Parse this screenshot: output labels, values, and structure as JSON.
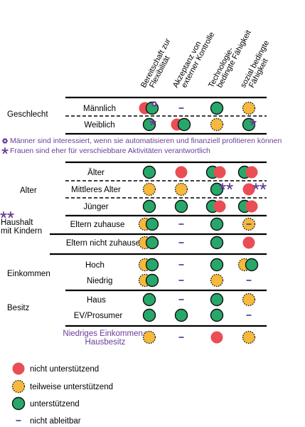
{
  "columns": [
    [
      "Bereitschaft zur",
      "Flexibilität"
    ],
    [
      "Akzeptanz von",
      "externer Kontrolle"
    ],
    [
      "Technologie-",
      "bedingte Fähigkeit"
    ],
    [
      "sozial bedingte",
      "Fähigkeit"
    ]
  ],
  "groups": [
    {
      "label": [
        "Geschlecht"
      ],
      "label_color": "#000000"
    },
    {
      "label": [
        "Alter"
      ],
      "label_color": "#000000"
    },
    {
      "label": [
        "Haushalt",
        "mit Kindern"
      ],
      "label_color": "#000000"
    },
    {
      "label": [
        "Einkommen"
      ],
      "label_color": "#000000"
    },
    {
      "label": [
        "Besitz"
      ],
      "label_color": "#000000"
    }
  ],
  "rows": [
    {
      "label": "Männlich",
      "cells": [
        [
          "red",
          "green"
        ],
        [
          "dash"
        ],
        [
          "green"
        ],
        [
          "yellow"
        ]
      ]
    },
    {
      "label": "Weiblich",
      "cells": [
        [
          "green"
        ],
        [
          "red",
          "green"
        ],
        [
          "yellow"
        ],
        [
          "green"
        ]
      ]
    },
    {
      "label": "Älter",
      "cells": [
        [
          "green"
        ],
        [
          "red"
        ],
        [
          "green",
          "red"
        ],
        [
          "green",
          "red"
        ]
      ]
    },
    {
      "label": "Mittleres Alter",
      "cells": [
        [
          "yellow"
        ],
        [
          "yellow"
        ],
        [
          "green"
        ],
        [
          "red"
        ]
      ]
    },
    {
      "label": "Jünger",
      "cells": [
        [
          "green"
        ],
        [
          "green"
        ],
        [
          "green",
          "red"
        ],
        [
          "green",
          "red"
        ]
      ]
    },
    {
      "label": "Eltern zuhause",
      "cells": [
        [
          "yellow",
          "green"
        ],
        [
          "dash"
        ],
        [
          "green"
        ],
        [
          "yellow-dash"
        ]
      ]
    },
    {
      "label": "Eltern nicht zuhause",
      "cells": [
        [
          "yellow",
          "green"
        ],
        [
          "dash"
        ],
        [
          "green"
        ],
        [
          "red"
        ]
      ]
    },
    {
      "label": "Hoch",
      "cells": [
        [
          "yellow",
          "green"
        ],
        [
          "dash"
        ],
        [
          "green"
        ],
        [
          "yellow",
          "green"
        ]
      ]
    },
    {
      "label": "Niedrig",
      "cells": [
        [
          "yellow",
          "green"
        ],
        [
          "dash"
        ],
        [
          "yellow"
        ],
        [
          "dash"
        ]
      ]
    },
    {
      "label": "Haus",
      "cells": [
        [
          "green"
        ],
        [
          "dash"
        ],
        [
          "green"
        ],
        [
          "yellow"
        ]
      ]
    },
    {
      "label": "EV/Prosumer",
      "cells": [
        [
          "green"
        ],
        [
          "green"
        ],
        [
          "green"
        ],
        [
          "dash"
        ]
      ]
    },
    {
      "label": "Niedriges Einkommen+\nHausbesitz",
      "cells": [
        [
          "yellow"
        ],
        [
          "dash"
        ],
        [
          "red"
        ],
        [
          "yellow"
        ]
      ]
    }
  ],
  "notes": [
    {
      "symbol": "flower-icon",
      "text": "Männer sind interessiert, wenn sie automatisieren und finanziell profitieren können"
    },
    {
      "symbol": "asterisk-icon",
      "text": "Frauen sind eher für verschiebbare Aktivitäten verantwortlich"
    }
  ],
  "legend": [
    {
      "kind": "red",
      "text": "nicht unterstützend"
    },
    {
      "kind": "yellow",
      "text": "teilweise unterstützend"
    },
    {
      "kind": "green",
      "text": "unterstützend"
    },
    {
      "kind": "dash",
      "text": "nicht ableitbar"
    }
  ],
  "colors": {
    "red": "#ea4d55",
    "yellow": "#f6b93b",
    "green": "#27a86a",
    "note": "#6a3d9a",
    "dash": "#3a3a9a"
  }
}
